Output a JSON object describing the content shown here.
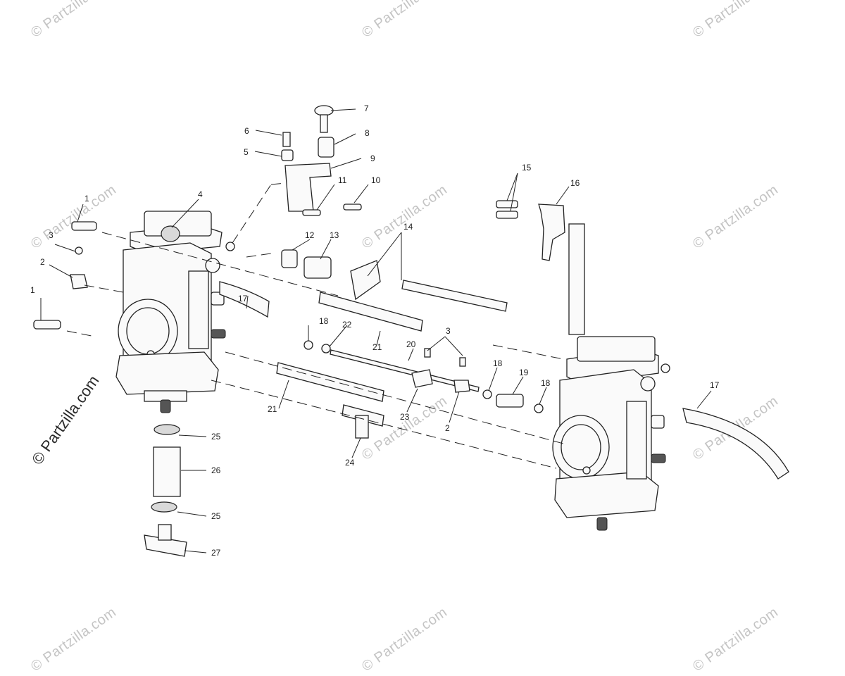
{
  "watermark": {
    "text": "© Partzilla.com",
    "main_text": "© Partzilla.com"
  },
  "callouts": [
    "1",
    "1",
    "2",
    "2",
    "3",
    "3",
    "4",
    "5",
    "6",
    "7",
    "8",
    "9",
    "10",
    "11",
    "12",
    "13",
    "14",
    "15",
    "16",
    "17",
    "17",
    "18",
    "18",
    "18",
    "19",
    "20",
    "21",
    "21",
    "22",
    "23",
    "24",
    "25",
    "25",
    "26",
    "27"
  ]
}
